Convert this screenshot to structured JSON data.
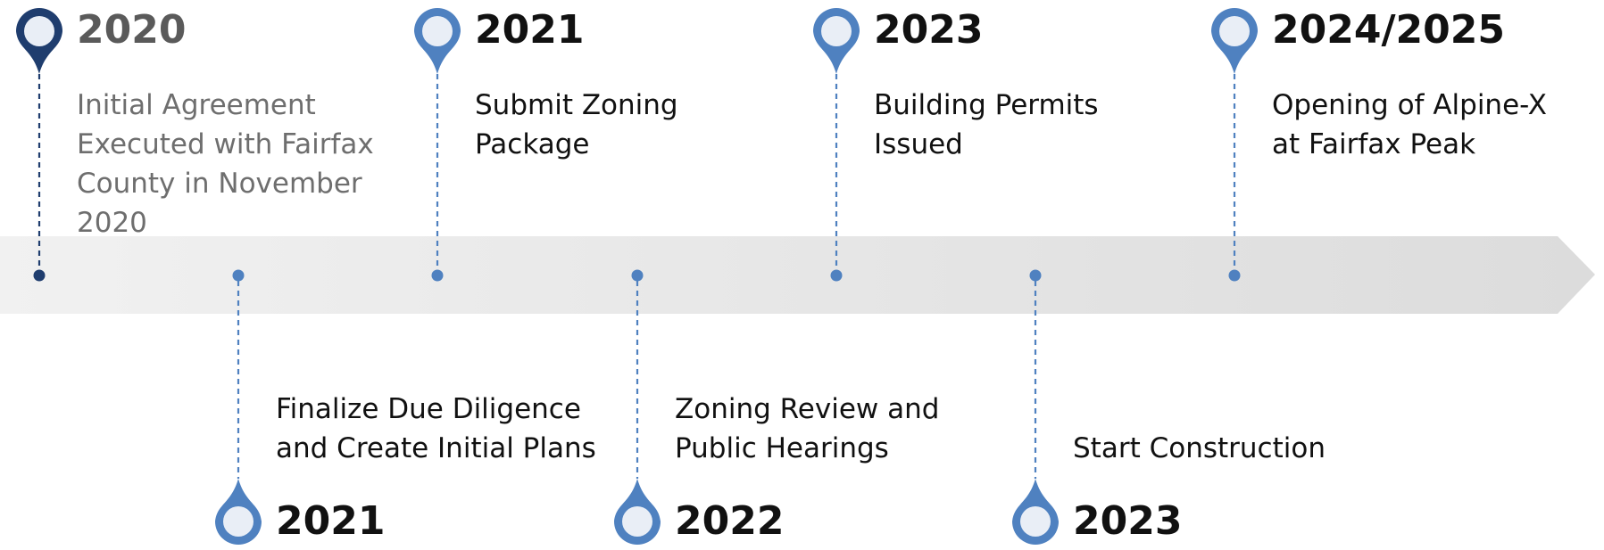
{
  "timeline": {
    "milestones": [
      {
        "year": "2020",
        "description": "Initial Agreement Executed with Fairfax County in November 2020",
        "position": "top",
        "state": "completed"
      },
      {
        "year": "2021",
        "description": "Finalize Due Diligence and Create Initial Plans",
        "position": "bottom",
        "state": "upcoming"
      },
      {
        "year": "2021",
        "description": "Submit Zoning Package",
        "position": "top",
        "state": "upcoming"
      },
      {
        "year": "2022",
        "description": "Zoning Review and Public Hearings",
        "position": "bottom",
        "state": "upcoming"
      },
      {
        "year": "2023",
        "description": "Building Permits Issued",
        "position": "top",
        "state": "upcoming"
      },
      {
        "year": "2023",
        "description": "Start Construction",
        "position": "bottom",
        "state": "upcoming"
      },
      {
        "year": "2024/2025",
        "description": "Opening of Alpine-X at Fairfax Peak",
        "position": "top",
        "state": "upcoming"
      }
    ]
  },
  "colors": {
    "completed_pin": "#1f3d6e",
    "upcoming_pin": "#4f81c0",
    "pin_fill": "#e9eef6",
    "arrow": "#e3e3e3",
    "completed_text": "#5a5a5a",
    "text": "#111111"
  }
}
